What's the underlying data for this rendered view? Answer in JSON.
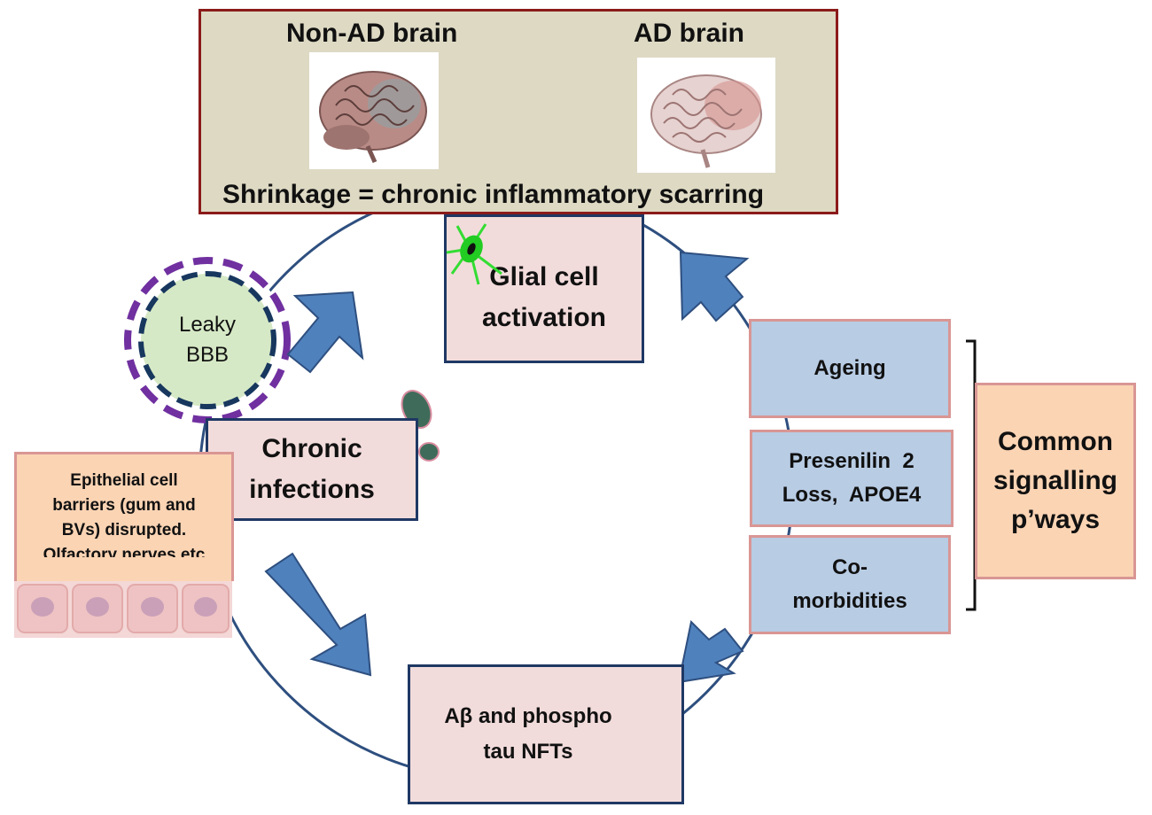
{
  "header_panel": {
    "left_label": "Non-AD brain",
    "right_label": "AD brain",
    "caption": "Shrinkage = chronic inflammatory scarring"
  },
  "cycle": {
    "glial": [
      "Glial cell",
      "activation"
    ],
    "infections": [
      "Chronic",
      "infections"
    ],
    "abeta": [
      "Aβ and phospho",
      "tau NFTs"
    ]
  },
  "leaky_bbb": [
    "Leaky",
    "BBB"
  ],
  "epithelial": [
    "Epithelial cell",
    "barriers (gum and",
    "BVs) disrupted.",
    "Olfactory nerves etc"
  ],
  "factors": {
    "ageing": "Ageing",
    "presenilin": [
      "Presenilin  2",
      "Loss,  APOE4"
    ],
    "comorbid": [
      "Co-",
      "morbidities"
    ]
  },
  "signalling": [
    "Common",
    "signalling",
    "p’ways"
  ],
  "colors": {
    "arrow_blue": "#4f81bd",
    "cycle_line": "#2e4f7f",
    "pink_box": "#f2dcdb",
    "blue_box": "#b8cce4",
    "orange_box": "#fbd4b4",
    "header_bg": "#ddd9c3",
    "header_border": "#8b1a1a",
    "bbb_dash": "#7030a0",
    "bbb_fill": "#d6e9c6"
  }
}
